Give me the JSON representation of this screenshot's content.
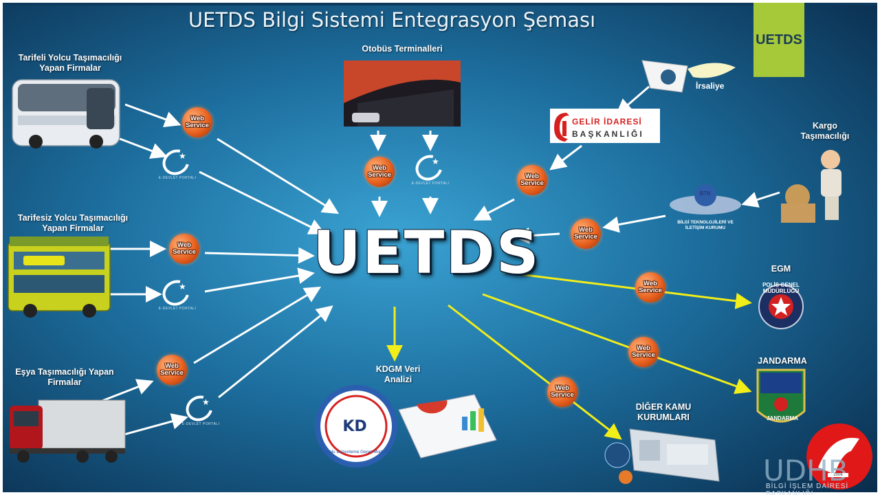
{
  "title": "UETDS Bilgi Sistemi Entegrasyon Şeması",
  "badge": "UETDS",
  "center": "UETDS",
  "labels": {
    "tarifeli": "Tarifeli Yolcu Taşımacılığı Yapan Firmalar",
    "tarifesiz": "Tarifesiz Yolcu Taşımacılığı Yapan Firmalar",
    "esya": "Eşya Taşımacılığı Yapan Firmalar",
    "otobus": "Otobüs Terminalleri",
    "kargo": "Kargo Taşımacılığı",
    "egm": "EGM",
    "jandarma": "JANDARMA",
    "diger": "DİĞER KAMU KURUMLARI",
    "kdgm": "KDGM Veri Analizi",
    "irsaliye": "İrsaliye"
  },
  "web_service": "Web Service",
  "edevlet": "E-DEVLET PORTALI",
  "gib": {
    "line1": "GELİR İDARESİ",
    "line2": "BAŞKANLIĞI"
  },
  "btk": {
    "short": "BTK",
    "name": "BİLGİ TEKNOLOJİLERİ VE İLETİŞİM KURUMU"
  },
  "kd": {
    "letters": "KD",
    "ring": "Karayolu Düzenleme Genel Müdürlüğü"
  },
  "egm_badge": "POLİS GENEL MÜDÜRLÜĞÜ",
  "jandarma_badge": "JANDARMA",
  "udh": {
    "logo": "UDHB",
    "sub": "BİLGİ İŞLEM DAİRESİ BAŞKANLIĞI"
  },
  "watermark_year": "2006",
  "colors": {
    "bg": "#1b6b9e",
    "arrow_in": "#ffffff",
    "arrow_out": "#f2ee1a",
    "badge": "#a6c93a",
    "ws": "#e8601e"
  }
}
